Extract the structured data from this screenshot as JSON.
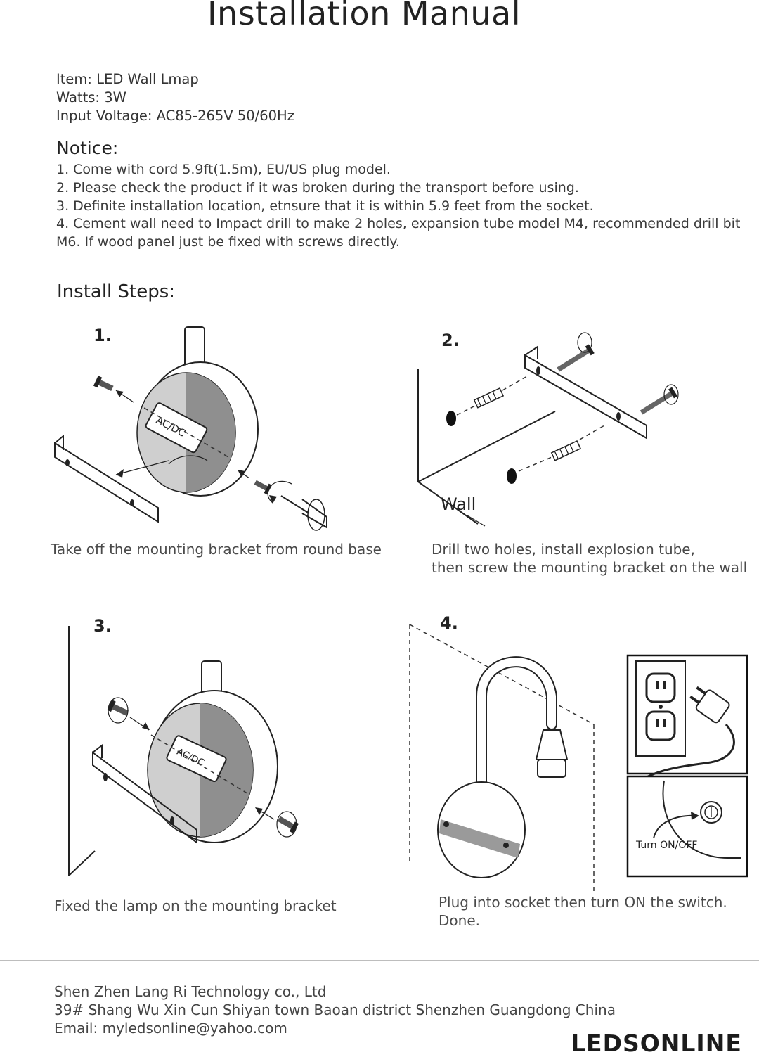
{
  "title": "Installation Manual",
  "specs": {
    "item": "Item: LED Wall Lmap",
    "watts": "Watts: 3W",
    "voltage": "Input Voltage: AC85-265V 50/60Hz"
  },
  "notice": {
    "heading": "Notice:",
    "items": [
      "1. Come with cord 5.9ft(1.5m), EU/US plug model.",
      "2. Please check the product if it was broken during the transport before using.",
      "3. Definite installation location, etnsure that it is within 5.9 feet from the socket.",
      "4. Cement wall need to Impact drill to make 2 holes, expansion tube model M4, recommended drill bit",
      "M6. If wood panel just be fixed with screws directly."
    ]
  },
  "install": {
    "heading": "Install Steps:",
    "steps": [
      {
        "number": "1.",
        "caption": [
          "Take off the mounting bracket from round base"
        ],
        "labels": {
          "driver": "AC/DC"
        }
      },
      {
        "number": "2.",
        "caption": [
          "Drill two holes, install explosion tube,",
          "then screw the mounting bracket on the wall"
        ],
        "labels": {
          "wall": "Wall"
        }
      },
      {
        "number": "3.",
        "caption": [
          "Fixed the lamp on the mounting bracket"
        ],
        "labels": {
          "driver": "AC/DC"
        }
      },
      {
        "number": "4.",
        "caption": [
          "Plug into socket then turn ON the switch.",
          "Done."
        ],
        "labels": {
          "switch": "Turn ON/OFF"
        }
      }
    ]
  },
  "footer": {
    "company": "Shen Zhen Lang Ri Technology co., Ltd",
    "address": "39# Shang Wu Xin Cun Shiyan town Baoan district Shenzhen Guangdong  China",
    "email": "Email: myledsonline@yahoo.com",
    "brand": "LEDSONLINE"
  }
}
